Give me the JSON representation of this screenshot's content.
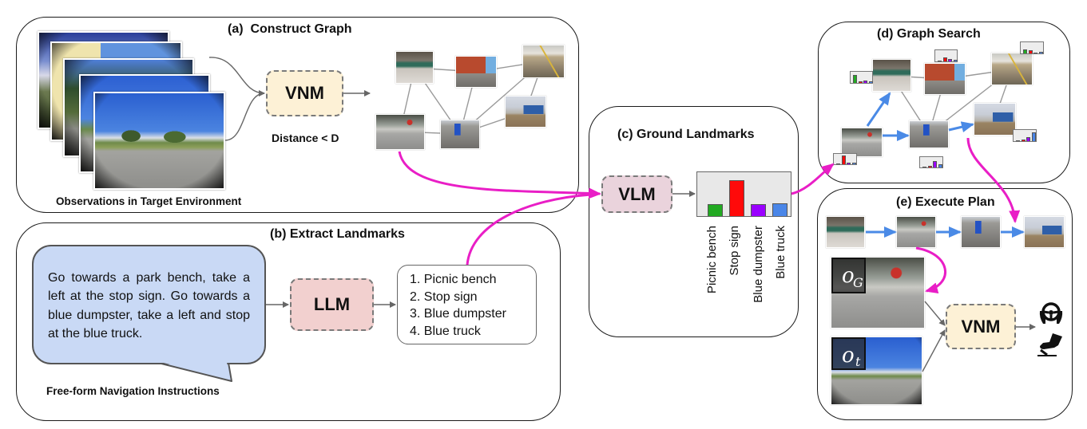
{
  "construct_graph": {
    "title": "(a)  Construct Graph",
    "model_label": "VNM",
    "threshold_label": "Distance < D",
    "caption": "Observations in Target Environment"
  },
  "extract_landmarks": {
    "title": "(b) Extract Landmarks",
    "instruction": "Go towards a park bench, take a left at the stop sign. Go towards a blue dumpster, take a left and stop at the blue truck.",
    "caption": "Free-form Navigation Instructions",
    "model_label": "LLM",
    "landmarks": [
      "1. Picnic bench",
      "2. Stop sign",
      "3. Blue dumpster",
      "4. Blue truck"
    ]
  },
  "ground_landmarks": {
    "title": "(c) Ground Landmarks",
    "model_label": "VLM"
  },
  "chart_data": {
    "type": "bar",
    "title": "",
    "xlabel": "",
    "ylabel": "",
    "categories": [
      "Picnic bench",
      "Stop sign",
      "Blue dumpster",
      "Blue truck"
    ],
    "values": [
      0.27,
      0.82,
      0.27,
      0.29
    ],
    "colors": [
      "#22aa22",
      "#ff0a0a",
      "#9a00ff",
      "#4a86e8"
    ],
    "ylim": [
      0,
      1
    ],
    "grid": false
  },
  "graph_search": {
    "title": "(d) Graph Search",
    "node_scores": {
      "picnic_bench": [
        0.85,
        0.15,
        0.25,
        0.15
      ],
      "red_wall": [
        0.08,
        0.45,
        0.22,
        0.15
      ],
      "parking_lot": [
        0.4,
        0.3,
        0.08,
        0.2
      ],
      "blue_truck": [
        0.1,
        0.2,
        0.4,
        0.95
      ],
      "stop_sign": [
        0.08,
        0.95,
        0.18,
        0.18
      ],
      "blue_dumpster": [
        0.1,
        0.18,
        0.7,
        0.35
      ]
    }
  },
  "execute_plan": {
    "title": "(e) Execute Plan",
    "model_label": "VNM",
    "goal_symbol": "o",
    "goal_subscript": "G",
    "current_symbol": "o",
    "current_subscript": "t",
    "action_icons": [
      "steering-wheel-icon",
      "pedal-icon"
    ]
  },
  "colors": {
    "grounding_arrow": "#e91ec6",
    "plan_arrow": "#4a8ae6",
    "flow_arrow": "#666666",
    "graph_edge": "#9a9a9a"
  }
}
